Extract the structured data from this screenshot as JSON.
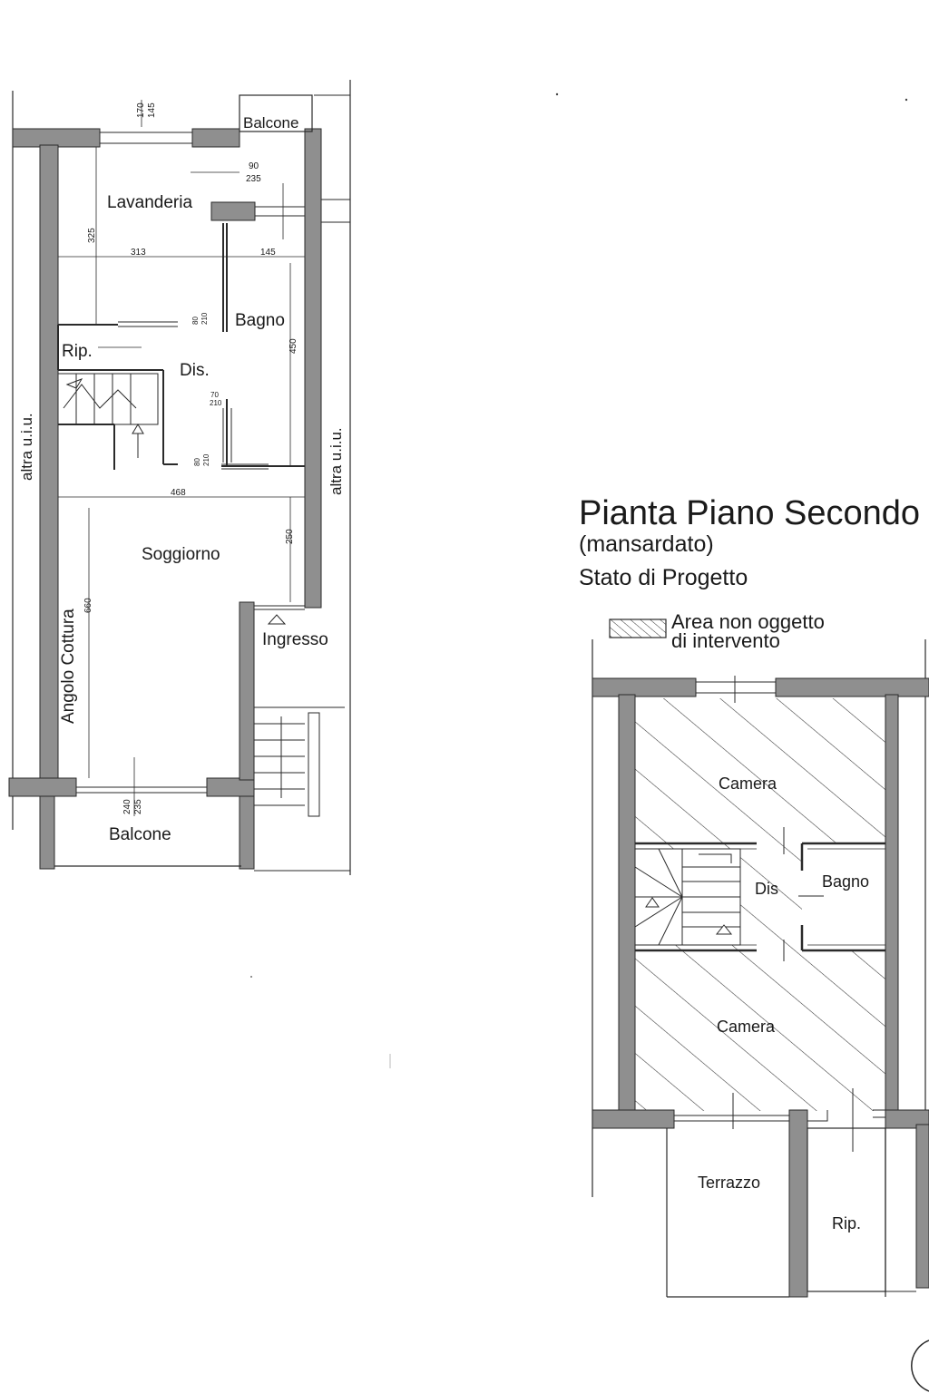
{
  "floor1": {
    "rooms": {
      "balcone_top": "Balcone",
      "lavanderia": "Lavanderia",
      "bagno": "Bagno",
      "rip": "Rip.",
      "dis": "Dis.",
      "soggiorno": "Soggiorno",
      "angolo_cottura": "Angolo Cottura",
      "ingresso": "Ingresso",
      "balcone_bottom": "Balcone",
      "altra_uiu_left": "altra u.i.u.",
      "altra_uiu_right": "altra u.i.u."
    },
    "dims": {
      "d170": "170",
      "d145a": "145",
      "d90": "90",
      "d235a": "235",
      "d325": "325",
      "d313": "313",
      "d145b": "145",
      "d80a": "80",
      "d210a": "210",
      "d450": "450",
      "d70": "70",
      "d210b": "210",
      "d80b": "80",
      "d210c": "210",
      "d468": "468",
      "d250": "250",
      "d660": "660",
      "d240": "240",
      "d235b": "235"
    }
  },
  "floor2": {
    "title": "Pianta Piano Secondo",
    "subtitle": "(mansardato)",
    "state": "Stato di Progetto",
    "legend_line1": "Area non oggetto",
    "legend_line2": "di intervento",
    "rooms": {
      "camera_top": "Camera",
      "dis": "Dis",
      "bagno": "Bagno",
      "camera_bottom": "Camera",
      "terrazzo": "Terrazzo",
      "rip": "Rip."
    }
  },
  "colors": {
    "wall_fill": "#8f8f8f",
    "wall_stroke": "#2a2a2a",
    "line": "#2a2a2a",
    "text": "#1a1a1a"
  }
}
